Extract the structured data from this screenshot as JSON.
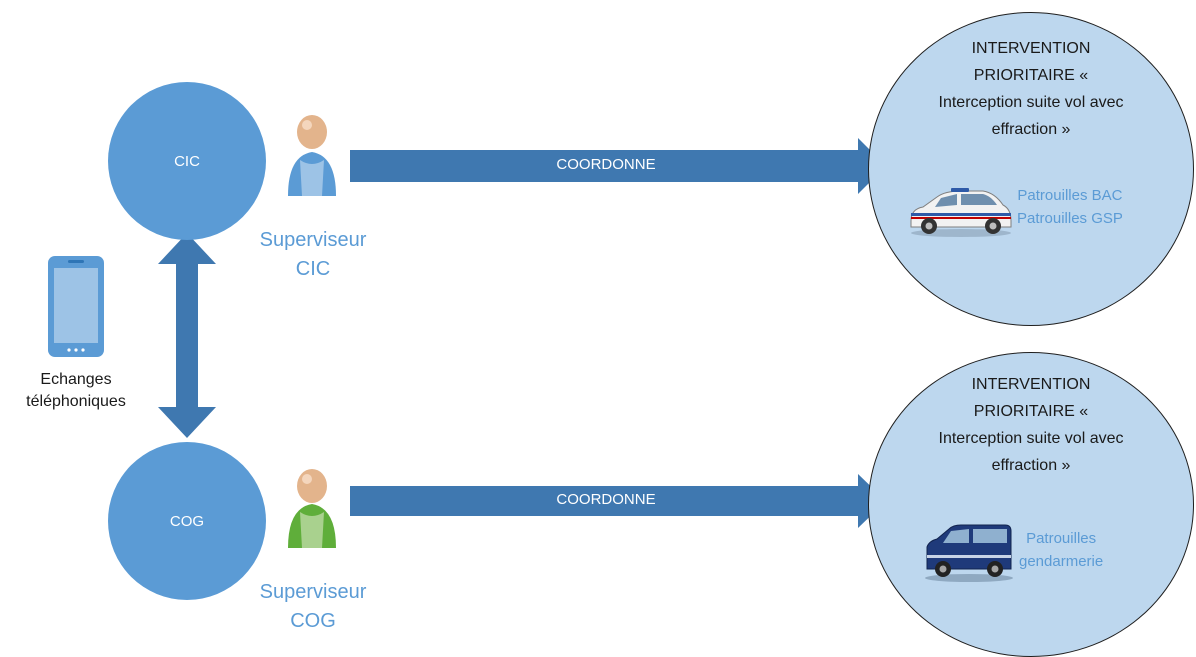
{
  "colors": {
    "node_fill": "#5b9bd5",
    "arrow_fill": "#3f78b0",
    "target_fill": "#bdd7ee",
    "supervisor_text": "#5b9bd5"
  },
  "nodes": {
    "cic": {
      "label": "CIC"
    },
    "cog": {
      "label": "COG"
    }
  },
  "supervisors": {
    "cic": {
      "line1": "Superviseur",
      "line2": "CIC",
      "icon": "person-blue-icon"
    },
    "cog": {
      "line1": "Superviseur",
      "line2": "COG",
      "icon": "person-green-icon"
    }
  },
  "exchange": {
    "line1": "Echanges",
    "line2": "téléphoniques",
    "icon": "smartphone-icon"
  },
  "arrows": {
    "top": {
      "label": "COORDONNE"
    },
    "bottom": {
      "label": "COORDONNE"
    }
  },
  "targets": [
    {
      "title_lines": [
        "INTERVENTION",
        "PRIORITAIRE «",
        "Interception suite vol avec",
        "effraction »"
      ],
      "patrol_lines": [
        "Patrouilles BAC",
        "Patrouilles GSP"
      ],
      "vehicle_icon": "police-car-icon"
    },
    {
      "title_lines": [
        "INTERVENTION",
        "PRIORITAIRE «",
        "Interception suite vol avec",
        "effraction »"
      ],
      "patrol_lines": [
        "Patrouilles",
        "gendarmerie"
      ],
      "vehicle_icon": "gendarmerie-van-icon"
    }
  ]
}
